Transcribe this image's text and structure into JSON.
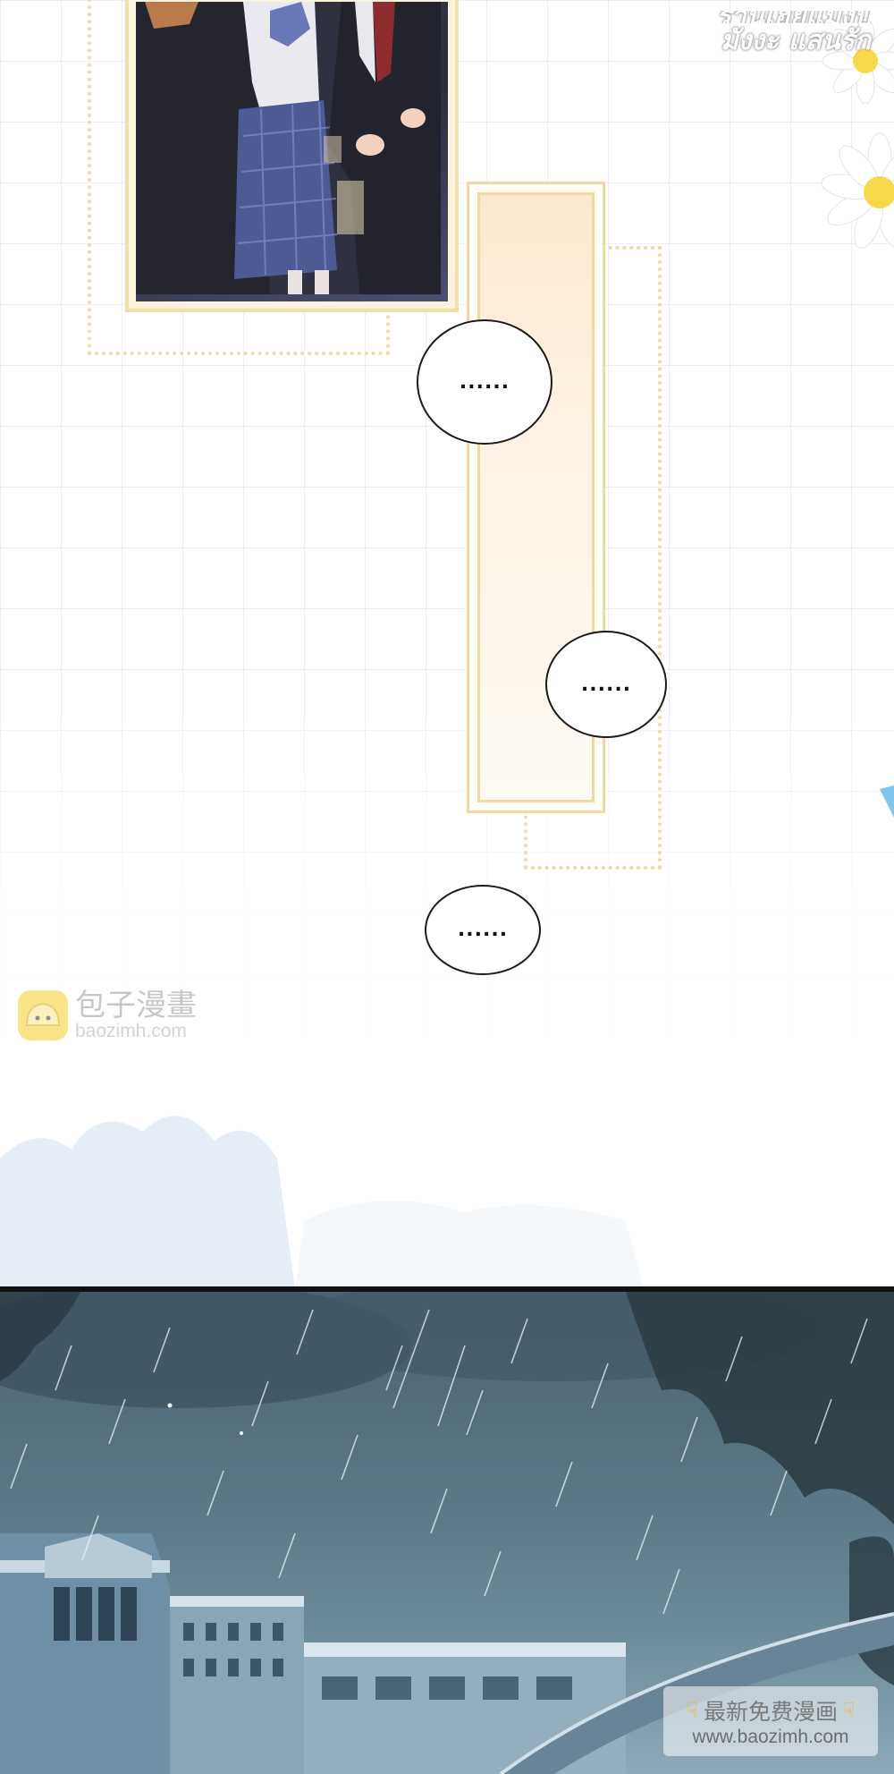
{
  "scan_credit": {
    "line1": "ร้านเฮียแมงปี๋",
    "line2": "มังงะ แสนรัก"
  },
  "bubbles": [
    {
      "text": "......"
    },
    {
      "text": "......"
    },
    {
      "text": "......"
    }
  ],
  "watermark": {
    "name_cn": "包子漫畫",
    "url": "baozimh.com"
  },
  "bottom_watermark": {
    "label_cn": "最新免费漫画",
    "url": "www.baozimh.com"
  },
  "colors": {
    "frame_gold": "#f0d9a0",
    "badge_yellow": "#f6cf2c",
    "night_sky": "#4d6370"
  },
  "icons": {
    "daisy": "daisy-flower-icon",
    "logo": "baozi-bun-icon",
    "finger": "pointing-finger-icon"
  }
}
